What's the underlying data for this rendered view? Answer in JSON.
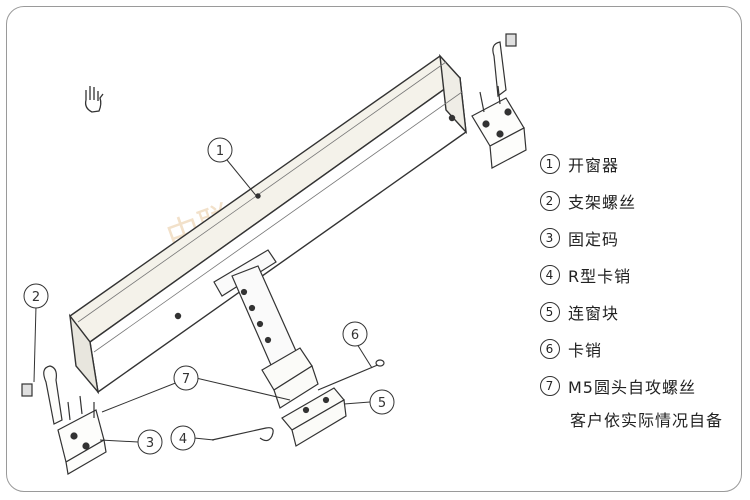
{
  "callouts": [
    "1",
    "2",
    "3",
    "4",
    "5",
    "6",
    "7"
  ],
  "legend": [
    {
      "num": "1",
      "label": "开窗器"
    },
    {
      "num": "2",
      "label": "支架螺丝"
    },
    {
      "num": "3",
      "label": "固定码"
    },
    {
      "num": "4",
      "label": "R型卡销"
    },
    {
      "num": "5",
      "label": "连窗块"
    },
    {
      "num": "6",
      "label": "卡销"
    },
    {
      "num": "7",
      "label": "M5圆头自攻螺丝"
    }
  ],
  "note": "客户依实际情况自备",
  "watermark": "中联"
}
